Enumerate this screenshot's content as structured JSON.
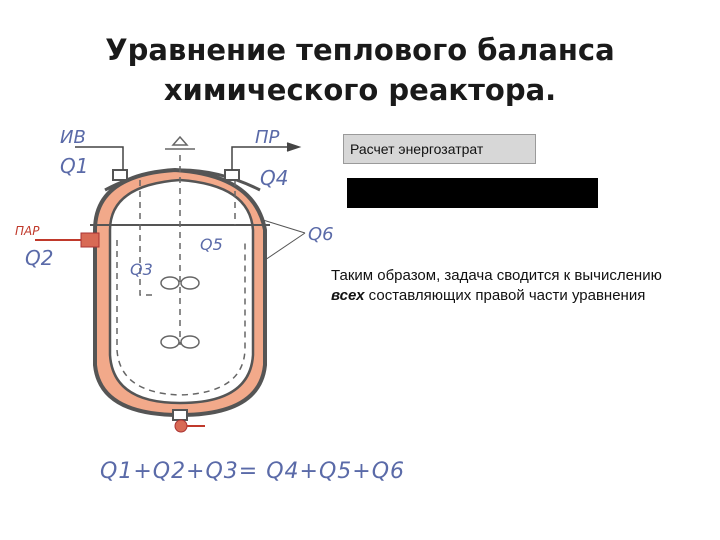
{
  "slide": {
    "title_line1": "Уравнение теплового баланса",
    "title_line2": "химического реактора."
  },
  "diagram": {
    "inlet_label": "ИВ",
    "outlet_label": "ПР",
    "steam_label": "ПАР",
    "q1": "Q1",
    "q2": "Q2",
    "q3": "Q3",
    "q4": "Q4",
    "q5": "Q5",
    "q6": "Q6",
    "heat_color": "#f2a98a"
  },
  "equation": {
    "text": "Q1+Q2+Q3= Q4+Q5+Q6"
  },
  "calc_box": {
    "label": "Расчет энергозатрат"
  },
  "conclusion": {
    "part1": "Таким образом, задача сводится к вычислению ",
    "emph": "всех",
    "part2": " составляющих правой части уравнения"
  }
}
